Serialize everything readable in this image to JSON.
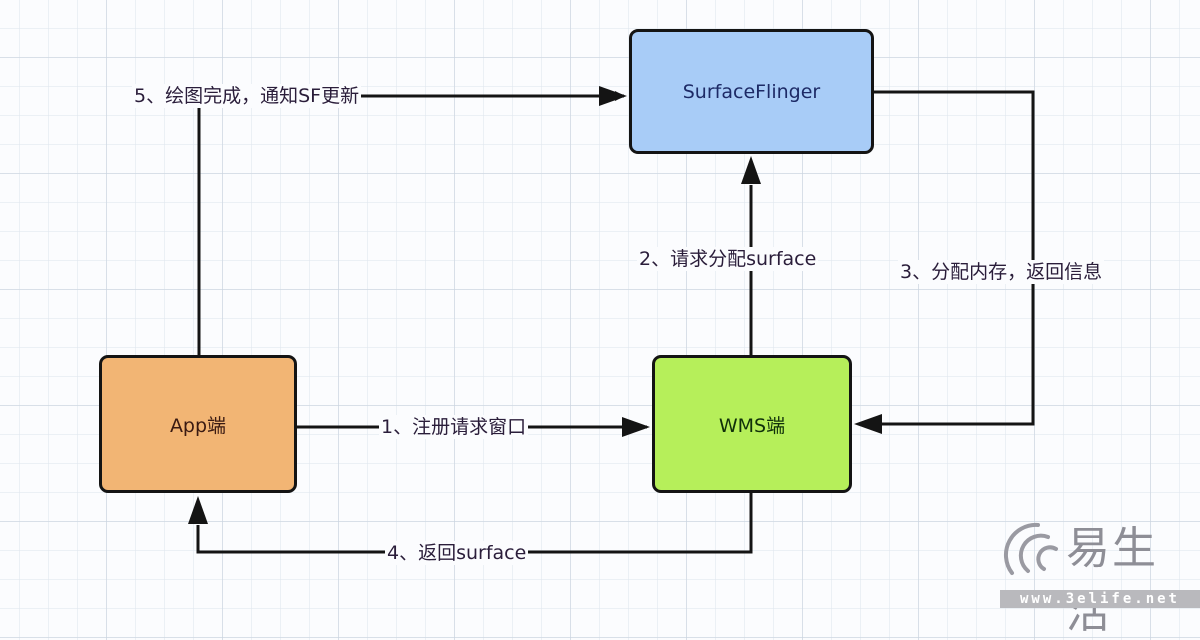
{
  "diagram": {
    "nodes": {
      "surfaceflinger": {
        "label": "SurfaceFlinger",
        "fill": "#a8ccf7"
      },
      "app": {
        "label": "App端",
        "fill": "#f2b574"
      },
      "wms": {
        "label": "WMS端",
        "fill": "#b6ef5a"
      }
    },
    "edges": [
      {
        "id": "step1",
        "from": "app",
        "to": "wms",
        "label": "1、注册请求窗口"
      },
      {
        "id": "step2",
        "from": "wms",
        "to": "surfaceflinger",
        "label": "2、请求分配surface"
      },
      {
        "id": "step3",
        "from": "surfaceflinger",
        "to": "wms",
        "label": "3、分配内存，返回信息"
      },
      {
        "id": "step4",
        "from": "wms",
        "to": "app",
        "label": "4、返回surface"
      },
      {
        "id": "step5",
        "from": "app",
        "to": "surfaceflinger",
        "label": "5、绘图完成，通知SF更新"
      }
    ],
    "edge_color": "#141414"
  },
  "watermark": {
    "text": "易生活",
    "url": "www.3elife.net"
  }
}
